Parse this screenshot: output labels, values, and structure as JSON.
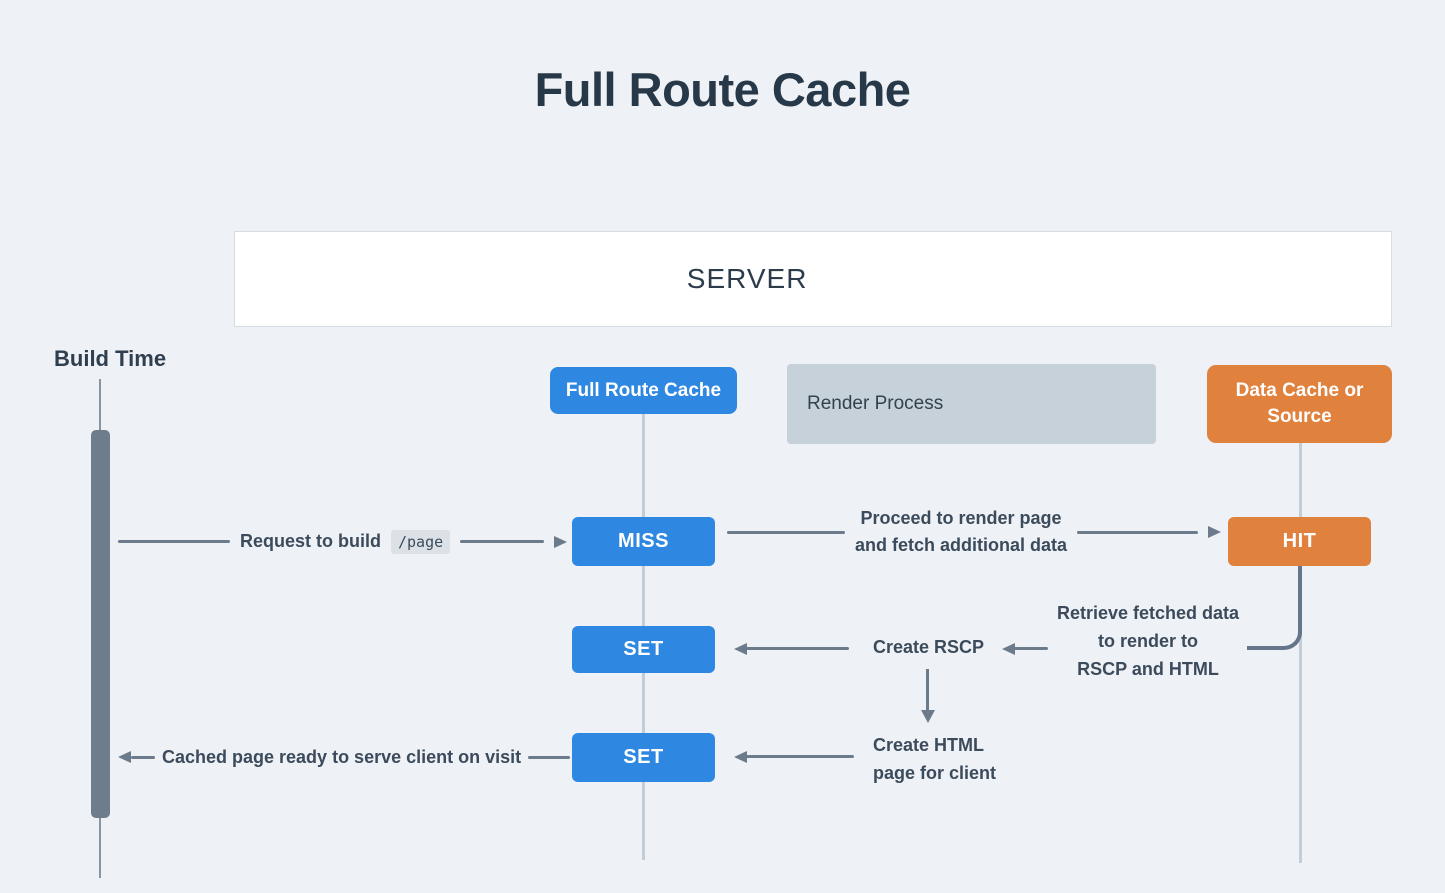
{
  "title": "Full Route Cache",
  "server": {
    "label": "SERVER"
  },
  "timeline": {
    "label": "Build Time"
  },
  "columns": {
    "full_route_cache": {
      "label": "Full Route Cache"
    },
    "render_process": {
      "label": "Render Process"
    },
    "data_cache": {
      "label": "Data Cache or Source"
    }
  },
  "nodes": {
    "miss": {
      "label": "MISS"
    },
    "set_rscp": {
      "label": "SET"
    },
    "set_html": {
      "label": "SET"
    },
    "hit": {
      "label": "HIT"
    }
  },
  "messages": {
    "request_build": {
      "text": "Request to build",
      "code": "/page"
    },
    "proceed_render": {
      "line1": "Proceed to render page",
      "line2": "and fetch additional data"
    },
    "retrieve_fetched": {
      "line1": "Retrieve fetched data",
      "line2": "to render to",
      "line3": "RSCP and HTML"
    },
    "create_rscp": {
      "text": "Create RSCP"
    },
    "create_html": {
      "line1": "Create HTML",
      "line2": "page for client"
    },
    "cached_ready": {
      "text": "Cached page ready to serve client on visit"
    }
  },
  "colors": {
    "background": "#eef1f5",
    "primary_blue": "#2e87e1",
    "accent_orange": "#e0813d",
    "render_process_gray": "#c7d1d9",
    "activation_bar_gray": "#6e7d8b",
    "lifeline_gray": "#c3cdd7",
    "arrow_gray": "#6b7b8b",
    "elbow_gray": "#66768a",
    "title_text": "#273848",
    "label_text": "#3c4b5b",
    "code_chip_bg": "#dce1e7"
  }
}
